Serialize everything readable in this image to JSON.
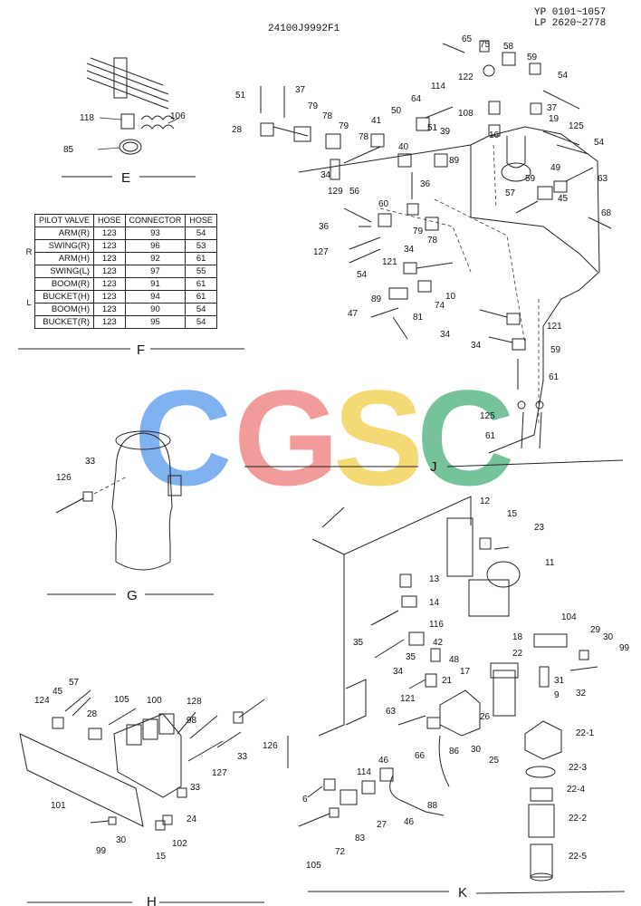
{
  "header": {
    "part_number": "24100J9992F1",
    "serial_range_yp": "YP 0101~1057",
    "serial_range_lp": "LP 2620~2778"
  },
  "watermark": {
    "letters": [
      "C",
      "G",
      "S",
      "C"
    ],
    "colors": [
      "#6aa5f0",
      "#f08a8a",
      "#f4d35e",
      "#5fb88a"
    ]
  },
  "sections": {
    "E": "E",
    "F": "F",
    "G": "G",
    "H": "H",
    "J": "J",
    "K": "K"
  },
  "table": {
    "headers": [
      "PILOT VALVE",
      "HOSE",
      "CONNECTOR",
      "HOSE"
    ],
    "groups": [
      {
        "group": "R",
        "rows": [
          {
            "valve": "ARM(R)",
            "hose1": "123",
            "connector": "93",
            "hose2": "54"
          },
          {
            "valve": "SWING(R)",
            "hose1": "123",
            "connector": "96",
            "hose2": "53"
          },
          {
            "valve": "ARM(H)",
            "hose1": "123",
            "connector": "92",
            "hose2": "61"
          },
          {
            "valve": "SWING(L)",
            "hose1": "123",
            "connector": "97",
            "hose2": "55"
          }
        ]
      },
      {
        "group": "L",
        "rows": [
          {
            "valve": "BOOM(R)",
            "hose1": "123",
            "connector": "91",
            "hose2": "61"
          },
          {
            "valve": "BUCKET(H)",
            "hose1": "123",
            "connector": "94",
            "hose2": "61"
          },
          {
            "valve": "BOOM(H)",
            "hose1": "123",
            "connector": "90",
            "hose2": "54"
          },
          {
            "valve": "BUCKET(R)",
            "hose1": "123",
            "connector": "95",
            "hose2": "54"
          }
        ]
      }
    ]
  },
  "callouts": {
    "E": [
      "118",
      "106",
      "85"
    ],
    "J": [
      "65",
      "75",
      "58",
      "59",
      "54",
      "122",
      "51",
      "37",
      "114",
      "79",
      "78",
      "64",
      "50",
      "108",
      "37",
      "28",
      "41",
      "79",
      "78",
      "51",
      "39",
      "16",
      "19",
      "125",
      "54",
      "40",
      "89",
      "49",
      "63",
      "34",
      "36",
      "59",
      "129",
      "56",
      "60",
      "45",
      "57",
      "68",
      "36",
      "79",
      "127",
      "78",
      "34",
      "121",
      "54",
      "89",
      "10",
      "81",
      "74",
      "47",
      "34",
      "121",
      "34",
      "59",
      "61",
      "125",
      "61"
    ],
    "G": [
      "126",
      "33"
    ],
    "H": [
      "57",
      "124",
      "45",
      "105",
      "100",
      "128",
      "28",
      "98",
      "33",
      "126",
      "127",
      "33",
      "101",
      "24",
      "99",
      "30",
      "15",
      "102"
    ],
    "K": [
      "12",
      "15",
      "23",
      "11",
      "13",
      "14",
      "116",
      "104",
      "29",
      "30",
      "99",
      "35",
      "42",
      "22",
      "18",
      "35",
      "48",
      "34",
      "21",
      "17",
      "31",
      "32",
      "9",
      "121",
      "63",
      "26",
      "22-1",
      "30",
      "25",
      "46",
      "66",
      "86",
      "22-3",
      "6",
      "114",
      "22-4",
      "27",
      "88",
      "83",
      "46",
      "22-2",
      "72",
      "105",
      "22-5"
    ]
  }
}
